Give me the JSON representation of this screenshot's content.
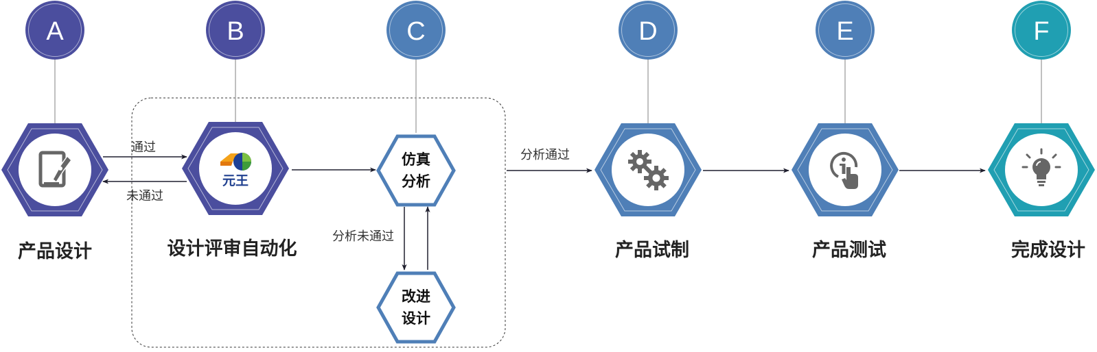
{
  "colors": {
    "indigo": "#4b4e9e",
    "steel_blue": "#4f7fb7",
    "teal": "#209fb2",
    "arrow": "#1f1f2e",
    "connector": "#aaaaaa",
    "group_border": "#333333"
  },
  "steps": [
    {
      "letter": "A",
      "label": "产品设计",
      "icon": "pen-tablet-icon",
      "color": "#4b4e9e"
    },
    {
      "letter": "B",
      "label": "设计评审自动化",
      "icon": "yuanwang-logo",
      "logo_text": "元王",
      "color": "#4b4e9e"
    },
    {
      "letter": "C",
      "label_lines": [
        "仿真",
        "分析"
      ],
      "color": "#4f7fb7"
    },
    {
      "letter": "D",
      "label": "产品试制",
      "icon": "gears-icon",
      "color": "#4f7fb7"
    },
    {
      "letter": "E",
      "label": "产品测试",
      "icon": "info-touch-icon",
      "color": "#4f7fb7"
    },
    {
      "letter": "F",
      "label": "完成设计",
      "icon": "lightbulb-icon",
      "color": "#209fb2"
    }
  ],
  "improve_node": {
    "label_lines": [
      "改进",
      "设计"
    ],
    "color": "#4f7fb7"
  },
  "edges": {
    "pass": "通过",
    "fail": "未通过",
    "analysis_pass": "分析通过",
    "analysis_fail": "分析未通过"
  }
}
